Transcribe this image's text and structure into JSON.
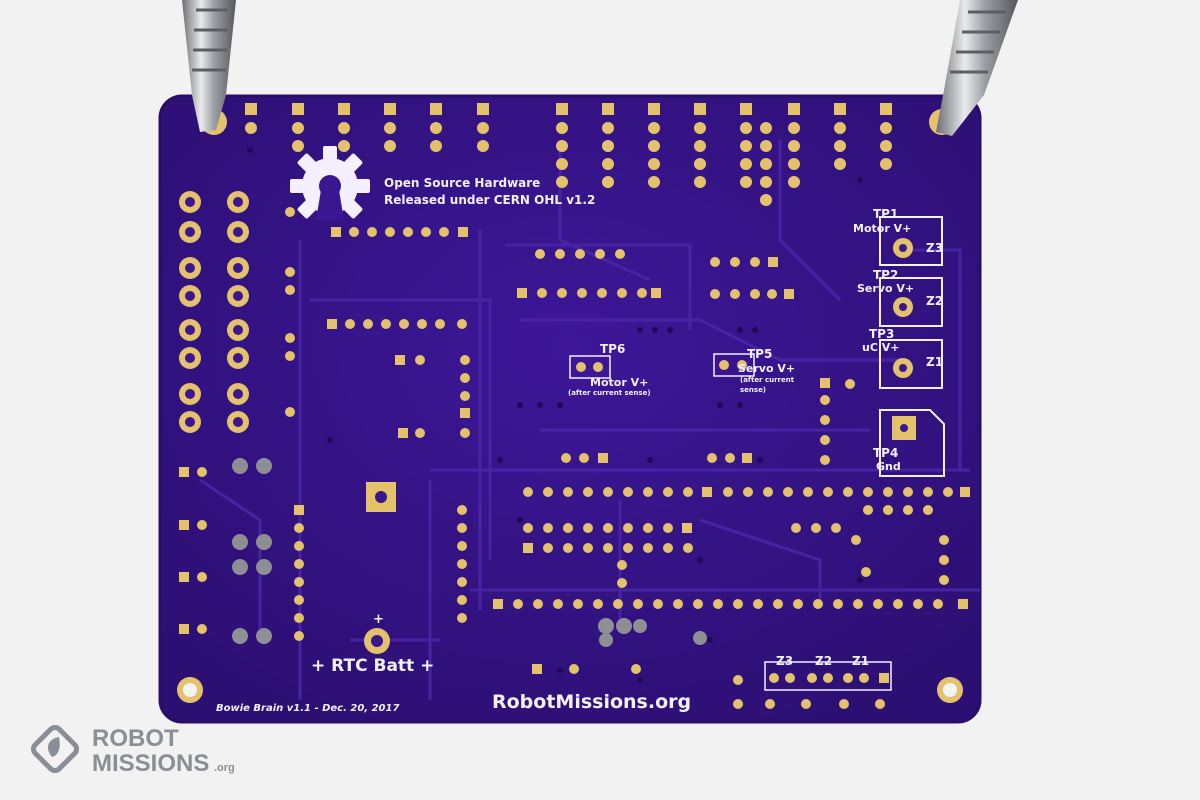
{
  "board": {
    "oshw_line1": "Open Source Hardware",
    "oshw_line2": "Released under CERN OHL v1.2",
    "tp1_label": "TP1",
    "tp1_desc": "Motor V+",
    "tp2_label": "TP2",
    "tp2_desc": "Servo V+",
    "tp3_label": "TP3",
    "tp3_desc": "uC V+",
    "tp4_label": "TP4",
    "tp4_desc": "Gnd",
    "z3_right": "Z3",
    "z2_right": "Z2",
    "z1_right": "Z1",
    "tp6_label": "TP6",
    "tp6_desc": "Motor V+",
    "tp6_note": "(after current sense)",
    "tp5_label": "TP5",
    "tp5_desc": "Servo V+",
    "tp5_note1": "(after current",
    "tp5_note2": "sense)",
    "rtc_plus": "+",
    "rtc_label": "+ RTC Batt +",
    "version": "Bowie Brain v1.1 - Dec. 20, 2017",
    "url": "RobotMissions.org",
    "z3_bottom": "Z3",
    "z2_bottom": "Z2",
    "z1_bottom": "Z1"
  },
  "watermark": {
    "line1": "ROBOT",
    "line2": "MISSIONS",
    "suffix": ".org"
  },
  "colors": {
    "pcb": "#37138a",
    "pad": "#e3c26b",
    "silk": "#f4f0ff",
    "background": "#f2f2f3"
  },
  "icons": [
    "open-source-hardware-gear-icon",
    "alligator-clip-icon",
    "robot-missions-logo-icon"
  ]
}
